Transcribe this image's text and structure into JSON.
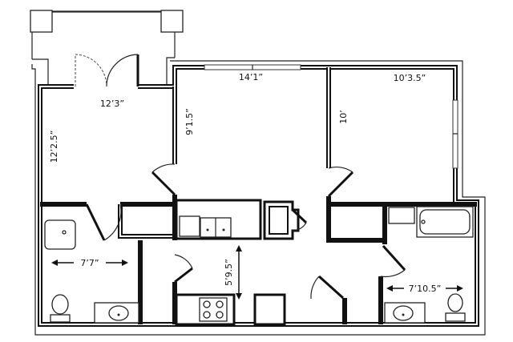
{
  "plan": {
    "dimensions": {
      "bedroom1_width": "12’3”",
      "bedroom1_depth": "12’2.5”",
      "living_width": "14’1”",
      "living_depth": "9’1.5”",
      "bedroom2_width": "10’3.5”",
      "bedroom2_depth": "10’",
      "bath1_width": "7’7”",
      "kitchen_depth": "5’9.5”",
      "bath2_width": "7’10.5”"
    },
    "colors": {
      "wall": "#111111",
      "background": "#ffffff"
    }
  }
}
